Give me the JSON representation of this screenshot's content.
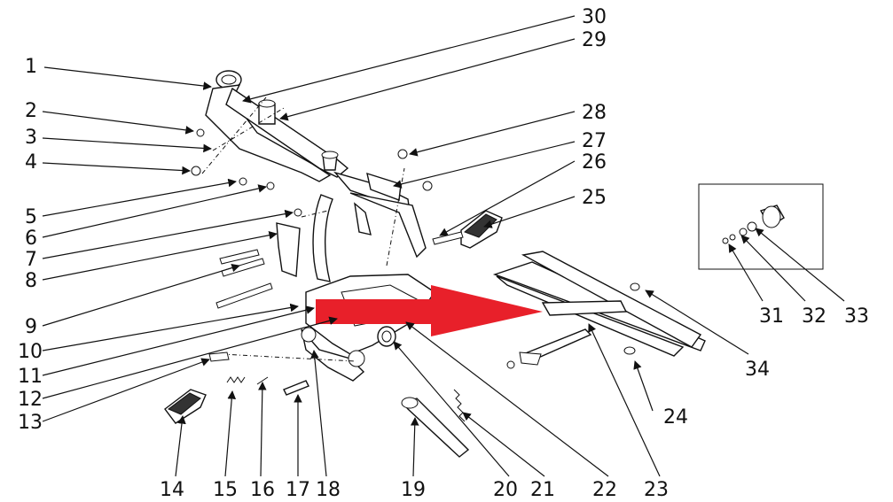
{
  "diagram": {
    "callouts": [
      "1",
      "2",
      "3",
      "4",
      "5",
      "6",
      "7",
      "8",
      "9",
      "10",
      "11",
      "12",
      "13",
      "14",
      "15",
      "16",
      "17",
      "18",
      "19",
      "20",
      "21",
      "22",
      "23",
      "24",
      "25",
      "26",
      "27",
      "28",
      "29",
      "30",
      "31",
      "32",
      "33",
      "34"
    ]
  },
  "colors": {
    "line": "#111111",
    "highlight_arrow": "#e8202a",
    "background": "#ffffff"
  }
}
